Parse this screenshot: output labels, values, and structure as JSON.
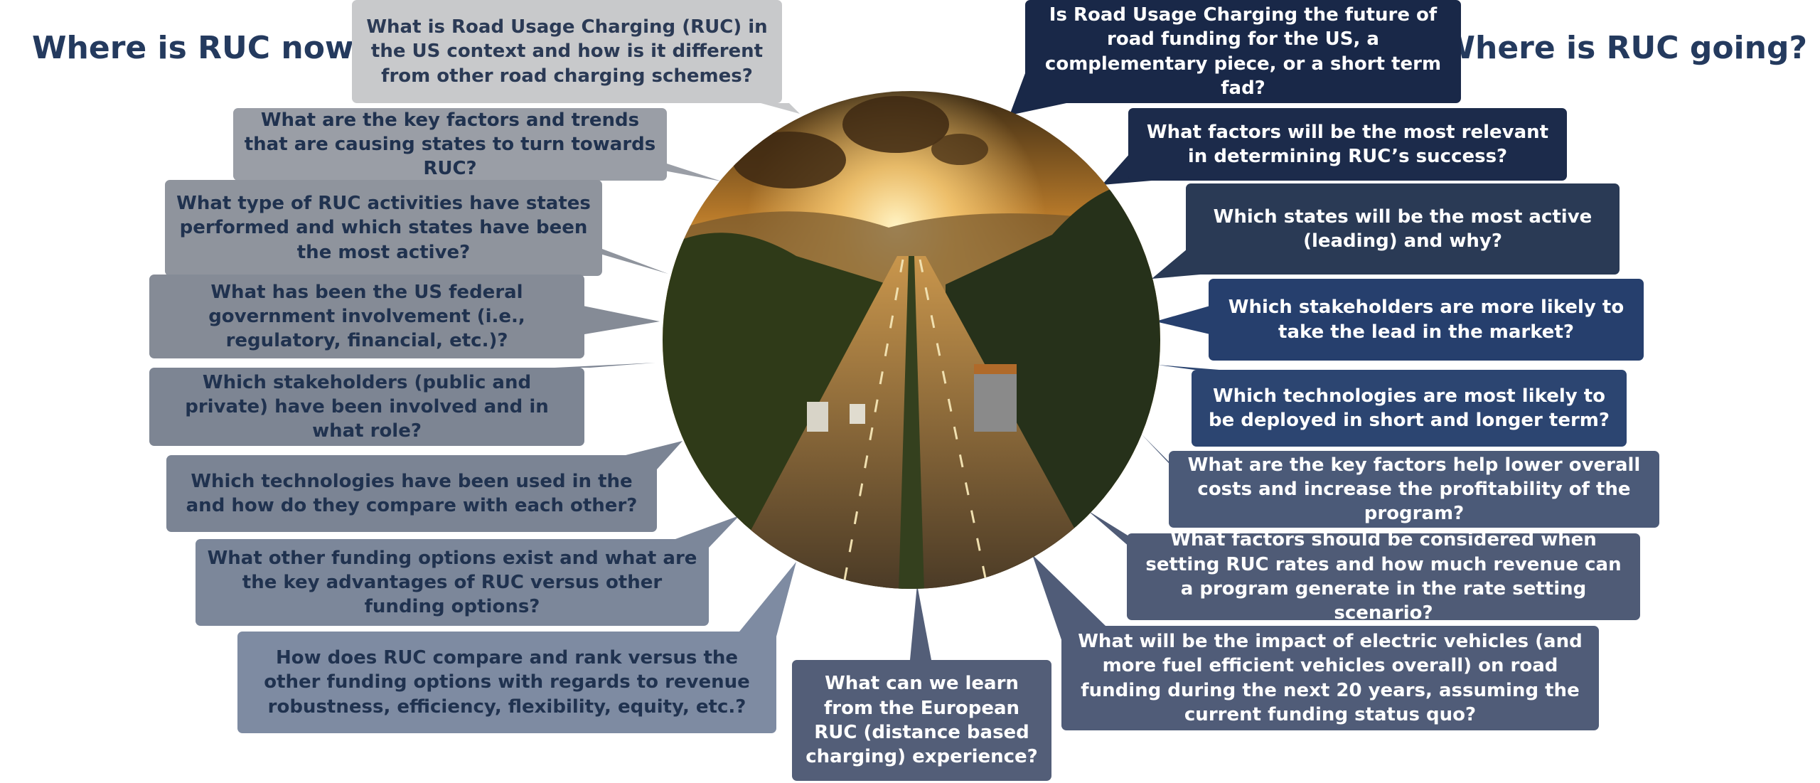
{
  "headings": {
    "now": "Where is RUC now?",
    "going": "Where is RUC going?"
  },
  "left_questions": [
    "What is Road Usage Charging (RUC) in the US context and how is it different from other road charging schemes?",
    "What are the key factors and trends that are causing states to turn towards RUC?",
    "What type of RUC activities have states performed and which states have been the most active?",
    "What has been the US federal government involvement (i.e., regulatory, financial, etc.)?",
    "Which stakeholders (public and private) have been involved and in what role?",
    "Which technologies have been used in the and how do they compare with each other?",
    "What other funding options exist and what are the key advantages of RUC versus other funding options?",
    "How does RUC compare and rank versus the other funding options with regards to revenue robustness, efficiency, flexibility, equity, etc.?"
  ],
  "center_question": "What can we learn from the European RUC (distance based charging) experience?",
  "right_questions": [
    "Is Road Usage Charging the future of road funding for the US, a complementary piece, or a short term fad?",
    "What factors will be the most relevant in determining RUC’s success?",
    "Which states will be the most active (leading) and why?",
    "Which stakeholders are more likely to take the lead in the market?",
    "Which technologies are most likely to be deployed in short and longer term?",
    "What are the key factors help lower overall costs and increase the profitability of the program?",
    "What factors should be considered when setting RUC rates and how much revenue can a program generate in the rate setting scenario?",
    "What will be the impact of electric vehicles (and more fuel efficient vehicles overall) on road funding during the next 20 years, assuming the current funding status quo?"
  ],
  "colors": {
    "heading": "#243a5e",
    "left_bubbles": [
      "#c8c9cb",
      "#9a9ea6",
      "#8f949d",
      "#858b96",
      "#7d8593",
      "#7b8494",
      "#7c879a",
      "#7e8ba2"
    ],
    "center_bubble": "#535e78",
    "right_bubbles": [
      "#192848",
      "#1c2b4b",
      "#2a3a55",
      "#263f6d",
      "#2c4571",
      "#4b5a78",
      "#4f5b76",
      "#505c78"
    ]
  }
}
